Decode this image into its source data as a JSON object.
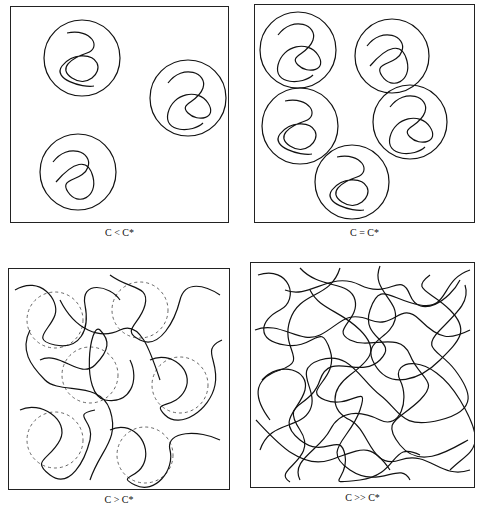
{
  "diagram": {
    "nodes": [
      {
        "text": [
          "C < C*"
        ]
      },
      {
        "text": [
          "C = C*"
        ]
      },
      {
        "text": [
          "C > C*"
        ]
      },
      {
        "text": [
          "C >> C*"
        ]
      }
    ]
  }
}
